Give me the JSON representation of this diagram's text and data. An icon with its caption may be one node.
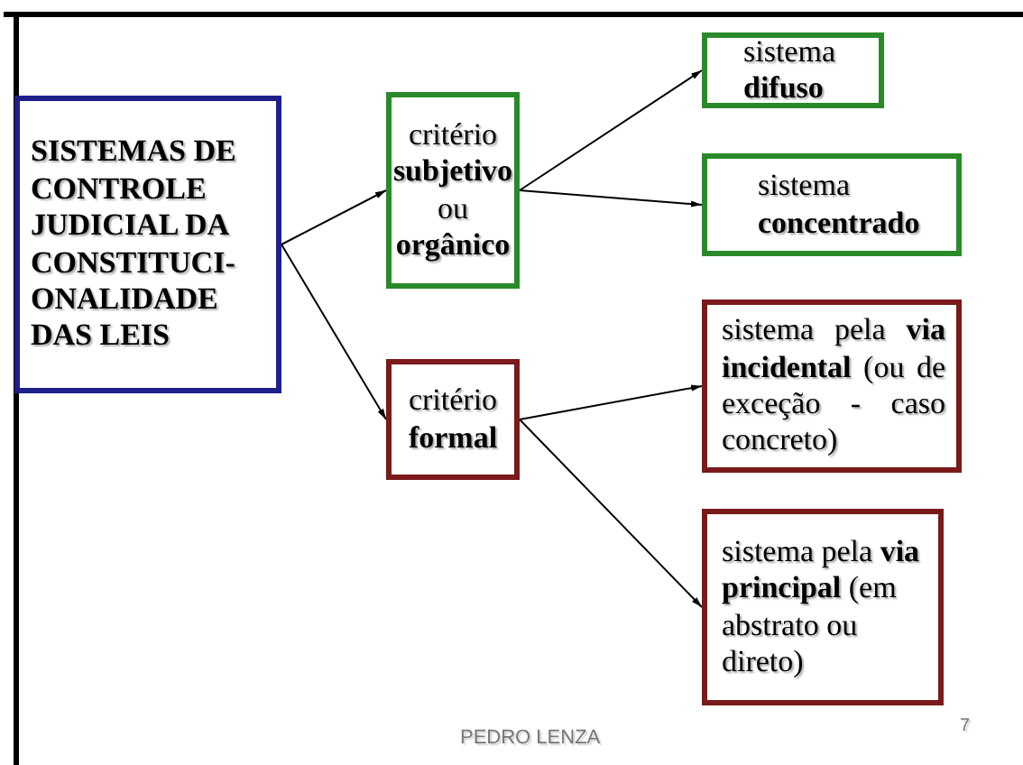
{
  "diagram": {
    "nodes": [
      {
        "text": [
          "SISTEMAS DE CONTROLE JUDICIAL DA CONSTITUCI- ONALIDADE DAS LEIS"
        ]
      },
      {
        "text": [
          "critério **subjetivo** ou **orgânico**"
        ]
      },
      {
        "text": [
          "critério **formal**"
        ]
      },
      {
        "text": [
          "sistema **difuso**"
        ]
      },
      {
        "text": [
          "sistema **concentrado**"
        ]
      },
      {
        "text": [
          "sistema pela **via incidental** (ou de exceção - caso concreto)"
        ]
      },
      {
        "text": [
          "sistema pela **via principal** (em abstrato ou direto)"
        ]
      }
    ],
    "edges": [
      {
        "from": 0,
        "to": 1,
        "arrow": "to"
      },
      {
        "from": 0,
        "to": 2,
        "arrow": "to"
      },
      {
        "from": 1,
        "to": 3,
        "arrow": "to"
      },
      {
        "from": 1,
        "to": 4,
        "arrow": "to"
      },
      {
        "from": 2,
        "to": 5,
        "arrow": "to"
      },
      {
        "from": 2,
        "to": 6,
        "arrow": "to"
      }
    ],
    "labels": [
      "PEDRO LENZA",
      "7"
    ]
  }
}
